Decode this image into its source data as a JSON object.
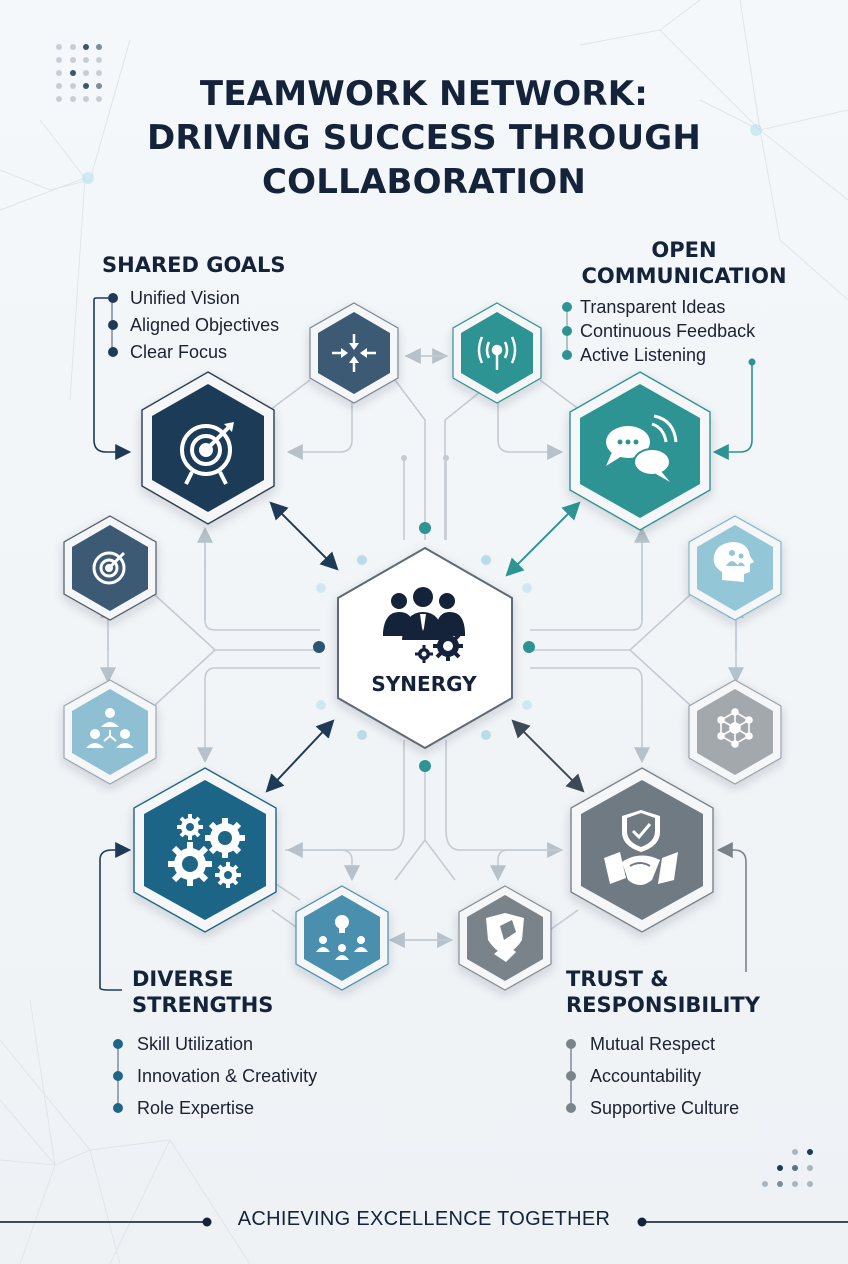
{
  "title": {
    "line1": "TEAMWORK NETWORK:",
    "line2": "DRIVING SUCCESS THROUGH",
    "line3": "COLLABORATION"
  },
  "sections": {
    "shared_goals": {
      "heading": "SHARED GOALS",
      "items": [
        "Unified Vision",
        "Aligned Objectives",
        "Clear Focus"
      ],
      "color": "#1f3a57",
      "icon": "target-arrow-icon"
    },
    "open_communication": {
      "heading_line1": "OPEN",
      "heading_line2": "COMMUNICATION",
      "items": [
        "Transparent Ideas",
        "Continuous Feedback",
        "Active Listening"
      ],
      "color": "#2e9393",
      "icon": "chat-bubbles-icon"
    },
    "diverse_strengths": {
      "heading_line1": "DIVERSE",
      "heading_line2": "STRENGTHS",
      "items": [
        "Skill Utilization",
        "Innovation & Creativity",
        "Role Expertise"
      ],
      "color": "#1f6586",
      "icon": "gears-icon"
    },
    "trust_responsibility": {
      "heading_line1": "TRUST &",
      "heading_line2": "RESPONSIBILITY",
      "items": [
        "Mutual Respect",
        "Accountability",
        "Supportive Culture"
      ],
      "color": "#6f7a82",
      "icon": "shield-handshake-icon"
    }
  },
  "center": {
    "label": "SYNERGY",
    "icon": "team-gears-icon"
  },
  "satellites": [
    {
      "name": "focus-arrows-icon",
      "color": "#3c5a75"
    },
    {
      "name": "signal-antenna-icon",
      "color": "#2e9393"
    },
    {
      "name": "target-icon",
      "color": "#3c5a75"
    },
    {
      "name": "mind-people-icon",
      "color": "#93c6d6"
    },
    {
      "name": "team-network-icon",
      "color": "#8fbfd2"
    },
    {
      "name": "molecule-network-icon",
      "color": "#a3a8ad"
    },
    {
      "name": "idea-team-icon",
      "color": "#4b8fae"
    },
    {
      "name": "shield-fistbump-icon",
      "color": "#7a8389"
    }
  ],
  "footer": {
    "tagline": "ACHIEVING EXCELLENCE TOGETHER"
  },
  "colors": {
    "navy": "#14223a",
    "teal": "#2e9393",
    "steel_blue": "#1f6586",
    "gray": "#6f7a82",
    "line": "#b9c4cc"
  }
}
